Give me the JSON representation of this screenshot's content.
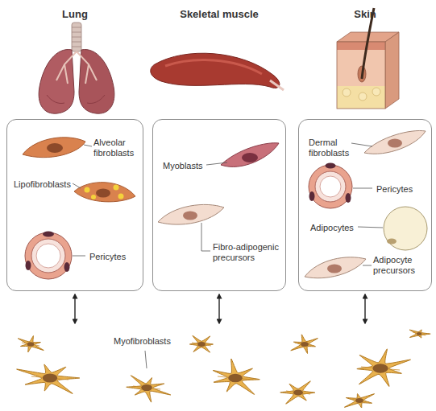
{
  "diagram": {
    "nodes": [
      {
        "text": [
          "Lung",
          "Alveolar fibroblasts",
          "Lipofibroblasts",
          "Pericytes"
        ]
      },
      {
        "text": [
          "Skeletal muscle",
          "Myoblasts",
          "Fibro-adipogenic precursors"
        ]
      },
      {
        "text": [
          "Skin",
          "Dermal fibroblasts",
          "Pericytes",
          "Adipocytes",
          "Adipocyte precursors"
        ]
      },
      {
        "text": [
          "Myofibroblasts"
        ]
      }
    ],
    "edges": [
      {
        "from": 0,
        "to": 3,
        "arrow": "both"
      },
      {
        "from": 1,
        "to": 3,
        "arrow": "both"
      },
      {
        "from": 2,
        "to": 3,
        "arrow": "both"
      }
    ]
  }
}
